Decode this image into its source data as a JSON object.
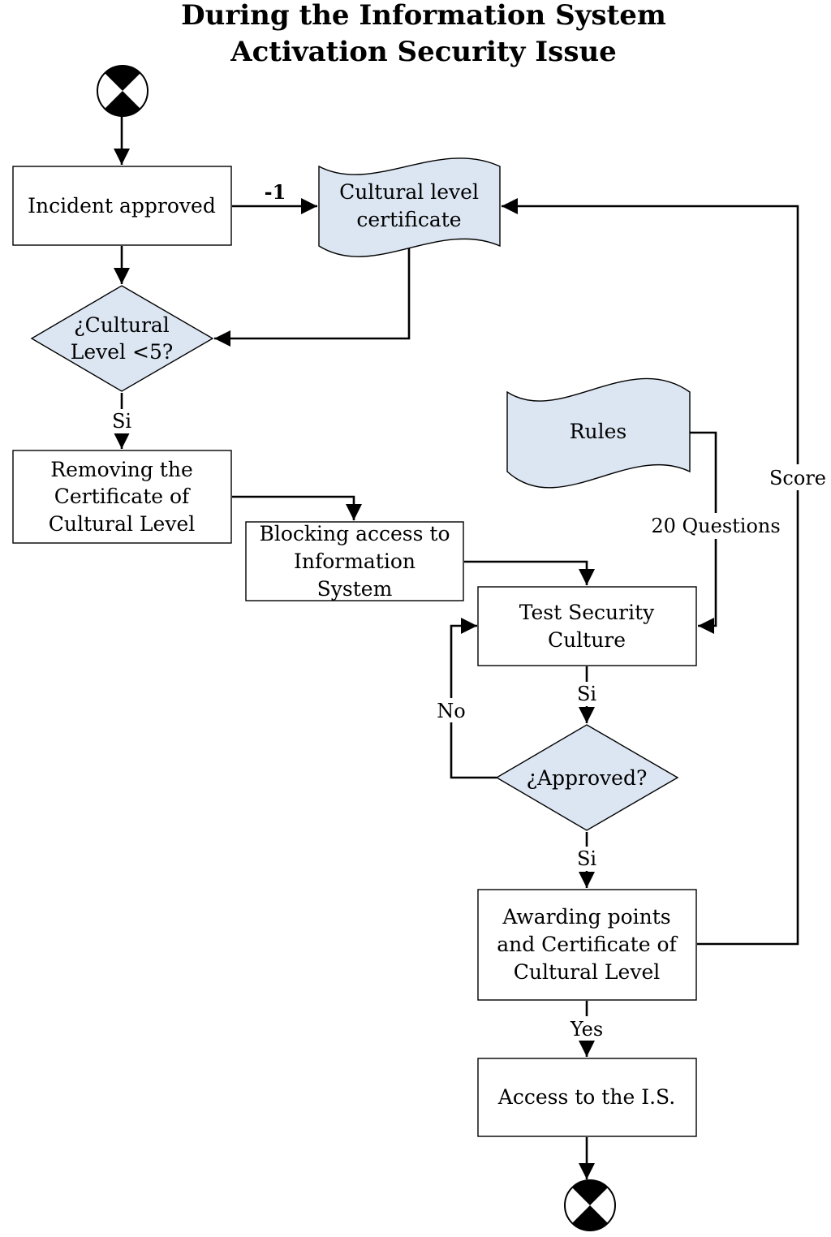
{
  "title": {
    "line1": "During the Information System",
    "line2": "Activation Security Issue"
  },
  "nodes": {
    "start": {
      "icon": "start-terminal-icon"
    },
    "incident": {
      "text": "Incident approved"
    },
    "certificate_doc": {
      "line1": "Cultural level",
      "line2": "certificate"
    },
    "decision_level": {
      "line1": "¿Cultural",
      "line2": "Level <5?"
    },
    "removing": {
      "line1": "Removing the",
      "line2": "Certificate of",
      "line3": "Cultural Level"
    },
    "blocking": {
      "line1": "Blocking access to",
      "line2": "Information",
      "line3": "System"
    },
    "rules": {
      "text": "Rules"
    },
    "test": {
      "line1": "Test Security",
      "line2": "Culture"
    },
    "approved": {
      "text": "¿Approved?"
    },
    "awarding": {
      "line1": "Awarding points",
      "line2": "and Certificate of",
      "line3": "Cultural Level"
    },
    "access": {
      "text": "Access to the I.S."
    },
    "end": {
      "icon": "end-terminal-icon"
    }
  },
  "edges": {
    "minus_one": "-1",
    "si_level": "Si",
    "score": "Score",
    "questions": "20 Questions",
    "si_test": "Si",
    "no": "No",
    "si_approved": "Si",
    "yes": "Yes"
  }
}
